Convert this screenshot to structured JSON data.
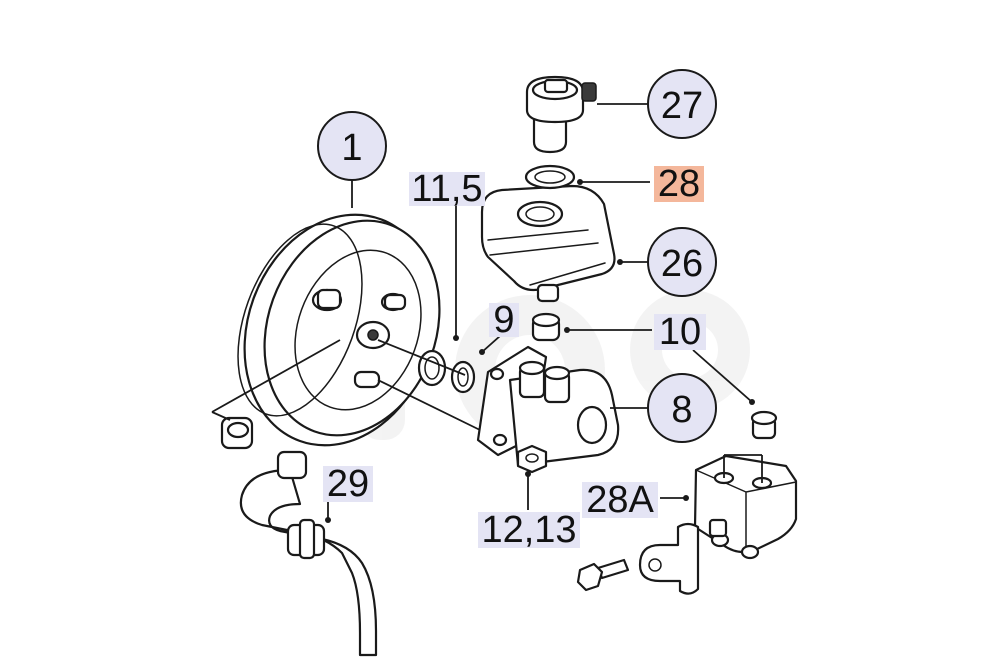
{
  "callouts": {
    "c1": "1",
    "c27": "27",
    "c26": "26",
    "c8": "8"
  },
  "labels": {
    "l11_5": "11,5",
    "l28": "28",
    "l9": "9",
    "l10": "10",
    "l29": "29",
    "l28a": "28A",
    "l12_13": "12,13"
  },
  "highlighted_part": "28",
  "colors": {
    "callout_fill": "#e4e4f4",
    "highlight_fill": "#f4b79b",
    "line": "#1a1a1a"
  }
}
